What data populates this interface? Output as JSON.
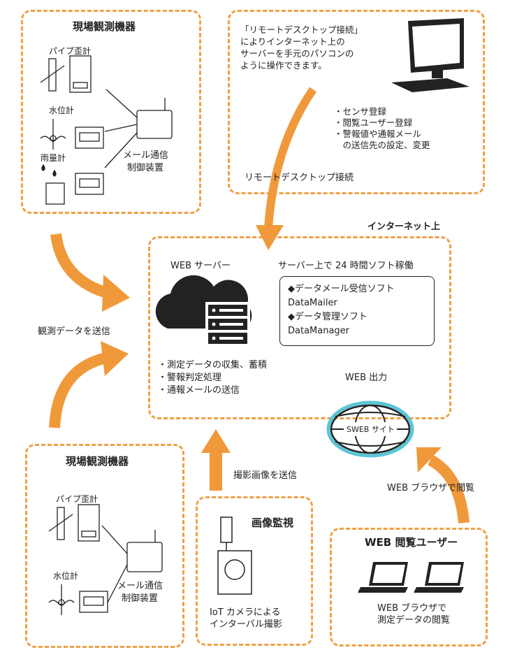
{
  "field_top": {
    "title": "現場観測機器",
    "pipe_label": "パイプ歪計",
    "water_label": "水位計",
    "rain_label": "雨量計",
    "controller_lines": [
      "メール通信",
      "制御装置"
    ]
  },
  "remote": {
    "quote_lines": [
      "「リモートデスクトップ接続」",
      "によりインターネット上の",
      "サーバーを手元のパソコンの",
      "ように操作できます。"
    ],
    "bullets": [
      "・センサ登録",
      "・閲覧ユーザー登録",
      "・警報値や通報メール",
      "　の送信先の設定、変更"
    ],
    "footer": "リモートデスクトップ接続"
  },
  "internet": {
    "label": "インターネット上",
    "server_label": "WEB サーバー",
    "uptime": "サーバー上で 24 時間ソフト稼働",
    "software_lines": [
      "◆データメール受信ソフト",
      "DataMailer",
      "◆データ管理ソフト",
      "DataManager"
    ],
    "functions": [
      "・測定データの収集、蓄積",
      "・警報判定処理",
      "・通報メールの送信"
    ],
    "web_output": "WEB 出力",
    "web_site": "SWEB サイト"
  },
  "arrows": {
    "send_data": "観測データを送信",
    "send_image": "撮影画像を送信",
    "browse": "WEB ブラウザで閲覧"
  },
  "field_bottom": {
    "title": "現場観測機器",
    "pipe_label": "パイプ歪計",
    "water_label": "水位計",
    "controller_lines": [
      "メール通信",
      "制御装置"
    ]
  },
  "camera": {
    "title": "画像監視",
    "caption_lines": [
      "IoT カメラによる",
      "インターバル撮影"
    ]
  },
  "users": {
    "title": "WEB 閲覧ユーザー",
    "caption_lines": [
      "WEB ブラウザで",
      "測定データの閲覧"
    ]
  },
  "colors": {
    "accent": "#f0a044",
    "globe_ring": "#5bc5d6",
    "ink": "#222222"
  }
}
